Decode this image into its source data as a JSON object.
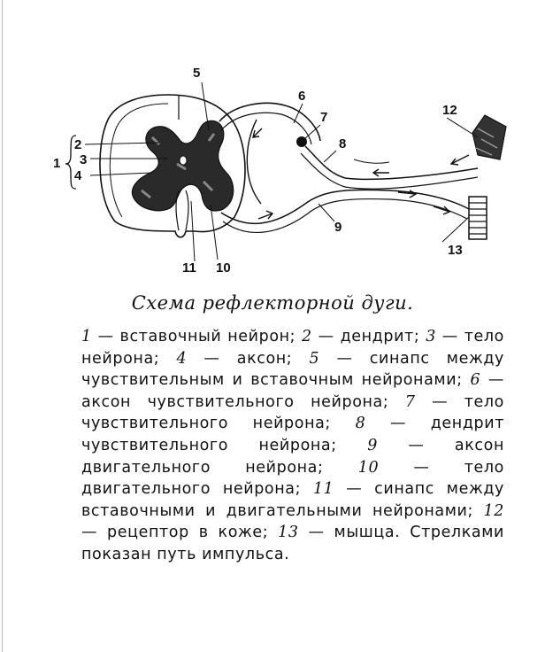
{
  "diagram": {
    "labels": {
      "n1": "1",
      "n2": "2",
      "n3": "3",
      "n4": "4",
      "n5": "5",
      "n6": "6",
      "n7": "7",
      "n8": "8",
      "n9": "9",
      "n10": "10",
      "n11": "11",
      "n12": "12",
      "n13": "13"
    }
  },
  "caption": "Схема рефлекторной дуги.",
  "legend": [
    {
      "num": "1",
      "text": " — вставочный нейрон; "
    },
    {
      "num": "2",
      "text": " — дендрит; "
    },
    {
      "num": "3",
      "text": " — тело нейрона; "
    },
    {
      "num": "4",
      "text": " — аксон; "
    },
    {
      "num": "5",
      "text": " — синапс между чувствительным и вставочным нейронами; "
    },
    {
      "num": "6",
      "text": " — аксон чувствительного нейрона; "
    },
    {
      "num": "7",
      "text": " — тело чувствительного нейрона; "
    },
    {
      "num": "8",
      "text": " — дендрит чувствительного нейрона; "
    },
    {
      "num": "9",
      "text": " — аксон двигательного нейрона; "
    },
    {
      "num": "10",
      "text": " — тело двигательного нейрона; "
    },
    {
      "num": "11",
      "text": " — синапс между вставочными и двигательными нейронами; "
    },
    {
      "num": "12",
      "text": " — рецептор в коже; "
    },
    {
      "num": "13",
      "text": " — мышца. Стрелками показан путь импульса."
    }
  ]
}
